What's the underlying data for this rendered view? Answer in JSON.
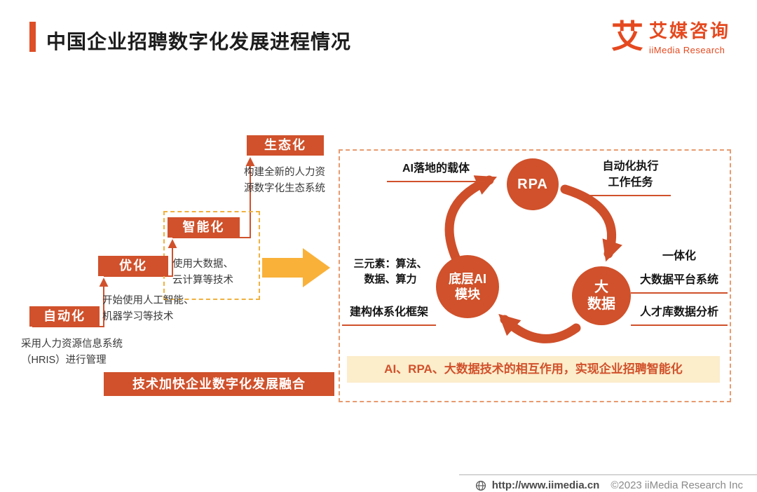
{
  "colors": {
    "primary": "#d0512b",
    "logo_orange": "#e5491f",
    "arrow_yellow": "#f9b13a",
    "dash_yellow": "#f0b13f",
    "caption_bg": "#fcedcb"
  },
  "header": {
    "title": "中国企业招聘数字化发展进程情况",
    "logo": {
      "icon_glyph": "艾",
      "brand_cn": "艾媒咨询",
      "brand_en": "iiMedia Research"
    }
  },
  "stairs": {
    "stages": [
      {
        "label": "自动化",
        "desc": "采用人力资源信息系统\n（HRIS）进行管理"
      },
      {
        "label": "优化",
        "desc": "开始使用人工智能、\n机器学习等技术"
      },
      {
        "label": "智能化",
        "desc": "使用大数据、\n云计算等技术"
      },
      {
        "label": "生态化",
        "desc": "构建全新的人力资\n源数字化生态系统"
      }
    ],
    "banner": "技术加快企业数字化发展融合"
  },
  "cycle": {
    "rpa": {
      "label": "RPA",
      "left_note": "AI落地的载体",
      "right_note": "自动化执行\n工作任务"
    },
    "bigdata": {
      "label": "大\n数据",
      "note1": "一体化",
      "note2": "大数据平台系统",
      "note3": "人才库数据分析"
    },
    "ai": {
      "label": "底层AI\n模块",
      "note1": "三元素：算法、\n数据、算力",
      "note2": "建构体系化框架"
    },
    "caption": "AI、RPA、大数据技术的相互作用，实现企业招聘智能化"
  },
  "footer": {
    "url": "http://www.iimedia.cn",
    "copyright": "©2023  iiMedia Research  Inc"
  }
}
